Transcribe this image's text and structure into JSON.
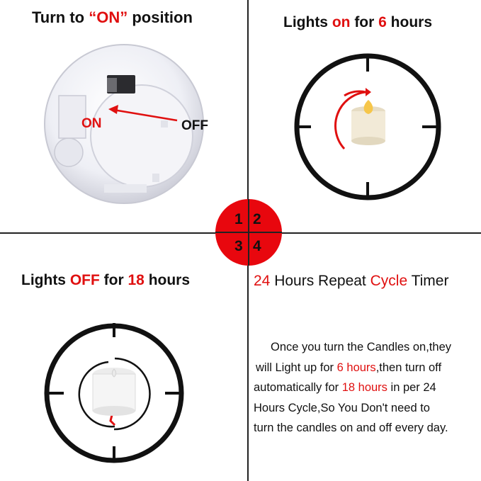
{
  "q1": {
    "title_pre": "Turn to ",
    "title_highlight": "“ON”",
    "title_post": " position",
    "switch_on_label": "ON",
    "switch_off_label": "OFF"
  },
  "q2": {
    "title_pre": "Lights ",
    "title_highlight": "on",
    "title_mid": " for ",
    "title_number": "6",
    "title_post": " hours"
  },
  "q3": {
    "title_pre": "Lights ",
    "title_highlight": "OFF",
    "title_mid": " for ",
    "title_number": "18",
    "title_post": " hours"
  },
  "q4": {
    "title_number": "24",
    "title_mid": " Hours Repeat ",
    "title_highlight": "Cycle",
    "title_post": " Timer",
    "desc": {
      "line1": "Once you turn the Candles on,they",
      "line2_pre": "will Light up for ",
      "line2_highlight": "6 hours",
      "line2_post": ",then turn off",
      "line3_pre": "automatically for ",
      "line3_highlight": "18 hours",
      "line3_post": " in per 24",
      "line4": "Hours Cycle,So You Don't need to",
      "line5": "turn the candles on and off every day."
    }
  },
  "badge": {
    "n1": "1",
    "n2": "2",
    "n3": "3",
    "n4": "4"
  },
  "colors": {
    "accent_red": "#e01010",
    "badge_red": "#e8070e",
    "candle_body": "#f2ead7",
    "flame": "#f6c64a"
  },
  "icons": [
    "clock-dial-icon",
    "candle-icon",
    "flame-icon",
    "rotate-arrow-icon",
    "switch-icon"
  ]
}
